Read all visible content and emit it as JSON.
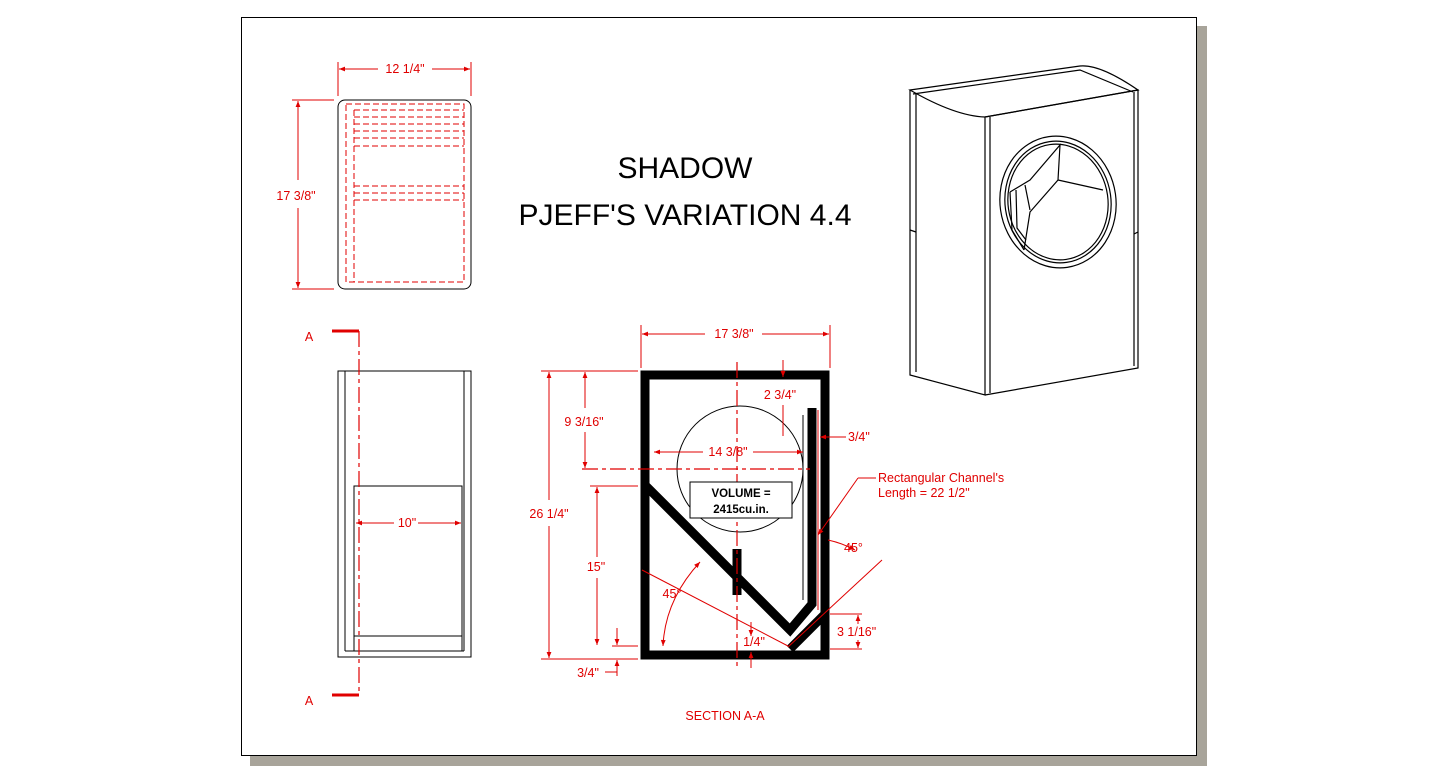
{
  "title": {
    "line1": "SHADOW",
    "line2": "PJEFF'S VARIATION 4.4"
  },
  "top_view": {
    "width_label": "12 1/4\"",
    "height_label": "17 3/8\""
  },
  "front_view": {
    "section_mark_top": "A",
    "section_mark_bottom": "A",
    "port_width_label": "10\""
  },
  "section_view": {
    "caption": "SECTION A-A",
    "width_label": "17 3/8\"",
    "height_label": "26 1/4\"",
    "driver_center_label": "9 3/16\"",
    "driver_diameter_label": "14 3/8\"",
    "divider_offset_label": "2 3/4\"",
    "channel_wall_label": "3/4\"",
    "channel_note_line1": "Rectangular Channel's",
    "channel_note_line2": "Length = 22 1/2\"",
    "angle_right_label": "45°",
    "angle_left_label": "45°",
    "divider_height_label": "15\"",
    "bottom_panel_label": "3/4\"",
    "gap_label": "1/4\"",
    "corner_label": "3 1/16\"",
    "volume_line1": "VOLUME =",
    "volume_line2": "2415cu.in."
  },
  "colors": {
    "dimension": "#e00000",
    "outline": "#000000",
    "sheet_shadow": "#a8a49a"
  }
}
